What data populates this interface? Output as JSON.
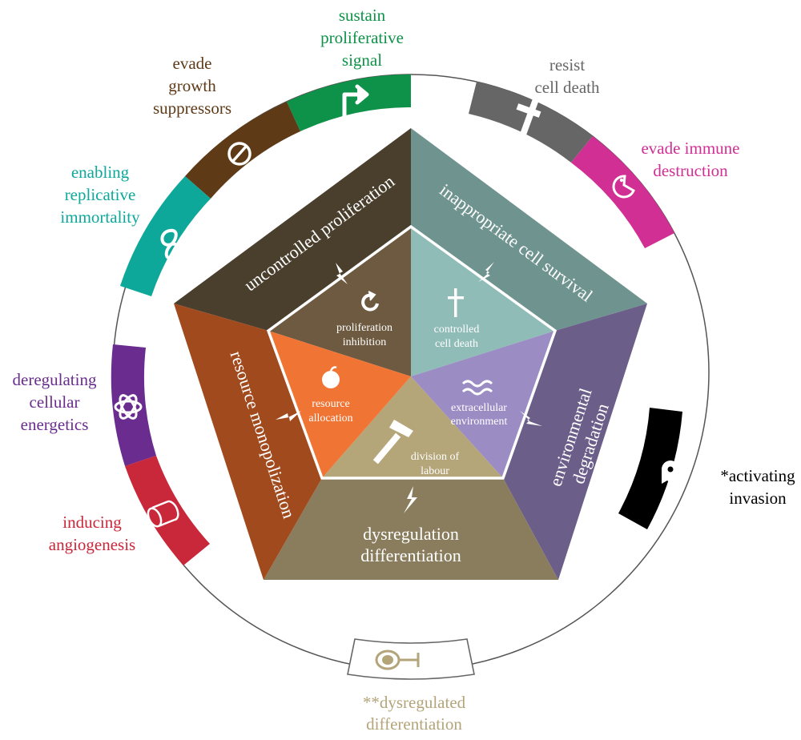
{
  "hallmarks": {
    "sustain_proliferative_signal": {
      "lines": [
        "sustain",
        "proliferative",
        "signal"
      ],
      "color": "#0e9148"
    },
    "evade_growth_suppressors": {
      "lines": [
        "evade",
        "growth",
        "suppressors"
      ],
      "color": "#5e3a17"
    },
    "enabling_replicative_immortality": {
      "lines": [
        "enabling",
        "replicative",
        "immortality"
      ],
      "color": "#0ea89b"
    },
    "deregulating_cellular_energetics": {
      "lines": [
        "deregulating",
        "cellular",
        "energetics"
      ],
      "color": "#6a2c8e"
    },
    "inducing_angiogenesis": {
      "lines": [
        "inducing",
        "angiogenesis"
      ],
      "color": "#c9283a"
    },
    "resist_cell_death": {
      "lines": [
        "resist",
        "cell death"
      ],
      "color": "#666666"
    },
    "evade_immune_destruction": {
      "lines": [
        "evade immune",
        "destruction"
      ],
      "color": "#d12f93"
    },
    "activating_invasion": {
      "lines": [
        "*activating",
        "invasion"
      ],
      "color": "#000000"
    },
    "dysregulated_differentiation": {
      "lines": [
        "**dysregulated",
        "differentiation"
      ],
      "color": "#b3a47a"
    }
  },
  "middle_ring": {
    "uncontrolled_proliferation": {
      "label": "uncontrolled proliferation",
      "color": "#4a3f2d"
    },
    "inappropriate_cell_survival": {
      "label": "inappropriate cell survival",
      "color": "#6f9490"
    },
    "environmental_degradation": {
      "lines": [
        "environmental",
        "degradation"
      ],
      "color": "#6b5f8a"
    },
    "dysregulation_differentiation": {
      "lines": [
        "dysregulation",
        "differentiation"
      ],
      "color": "#8a7d5e"
    },
    "resource_monopolization": {
      "label": "resource monopolization",
      "color": "#a14a1e"
    }
  },
  "inner_core": {
    "proliferation_inhibition": {
      "lines": [
        "proliferation",
        "inhibition"
      ],
      "color": "#6e5a40"
    },
    "controlled_cell_death": {
      "lines": [
        "controlled",
        "cell death"
      ],
      "color": "#8fbcb7"
    },
    "extracellular_environment": {
      "lines": [
        "extracellular",
        "environment"
      ],
      "color": "#9b8cc4"
    },
    "division_of_labour": {
      "lines": [
        "division of",
        "labour"
      ],
      "color": "#b5a67a"
    },
    "resource_allocation": {
      "lines": [
        "resource",
        "allocation"
      ],
      "color": "#f07434"
    }
  },
  "icons": [
    "arrow-icon",
    "theta-icon",
    "infinity-icon",
    "atom-icon",
    "cylinder-icon",
    "cross-icon",
    "pacman-icon",
    "ghost-icon",
    "cell-inhibit-icon",
    "lightning-icon",
    "cycle-icon",
    "apple-icon",
    "waves-icon",
    "hammer-icon"
  ]
}
